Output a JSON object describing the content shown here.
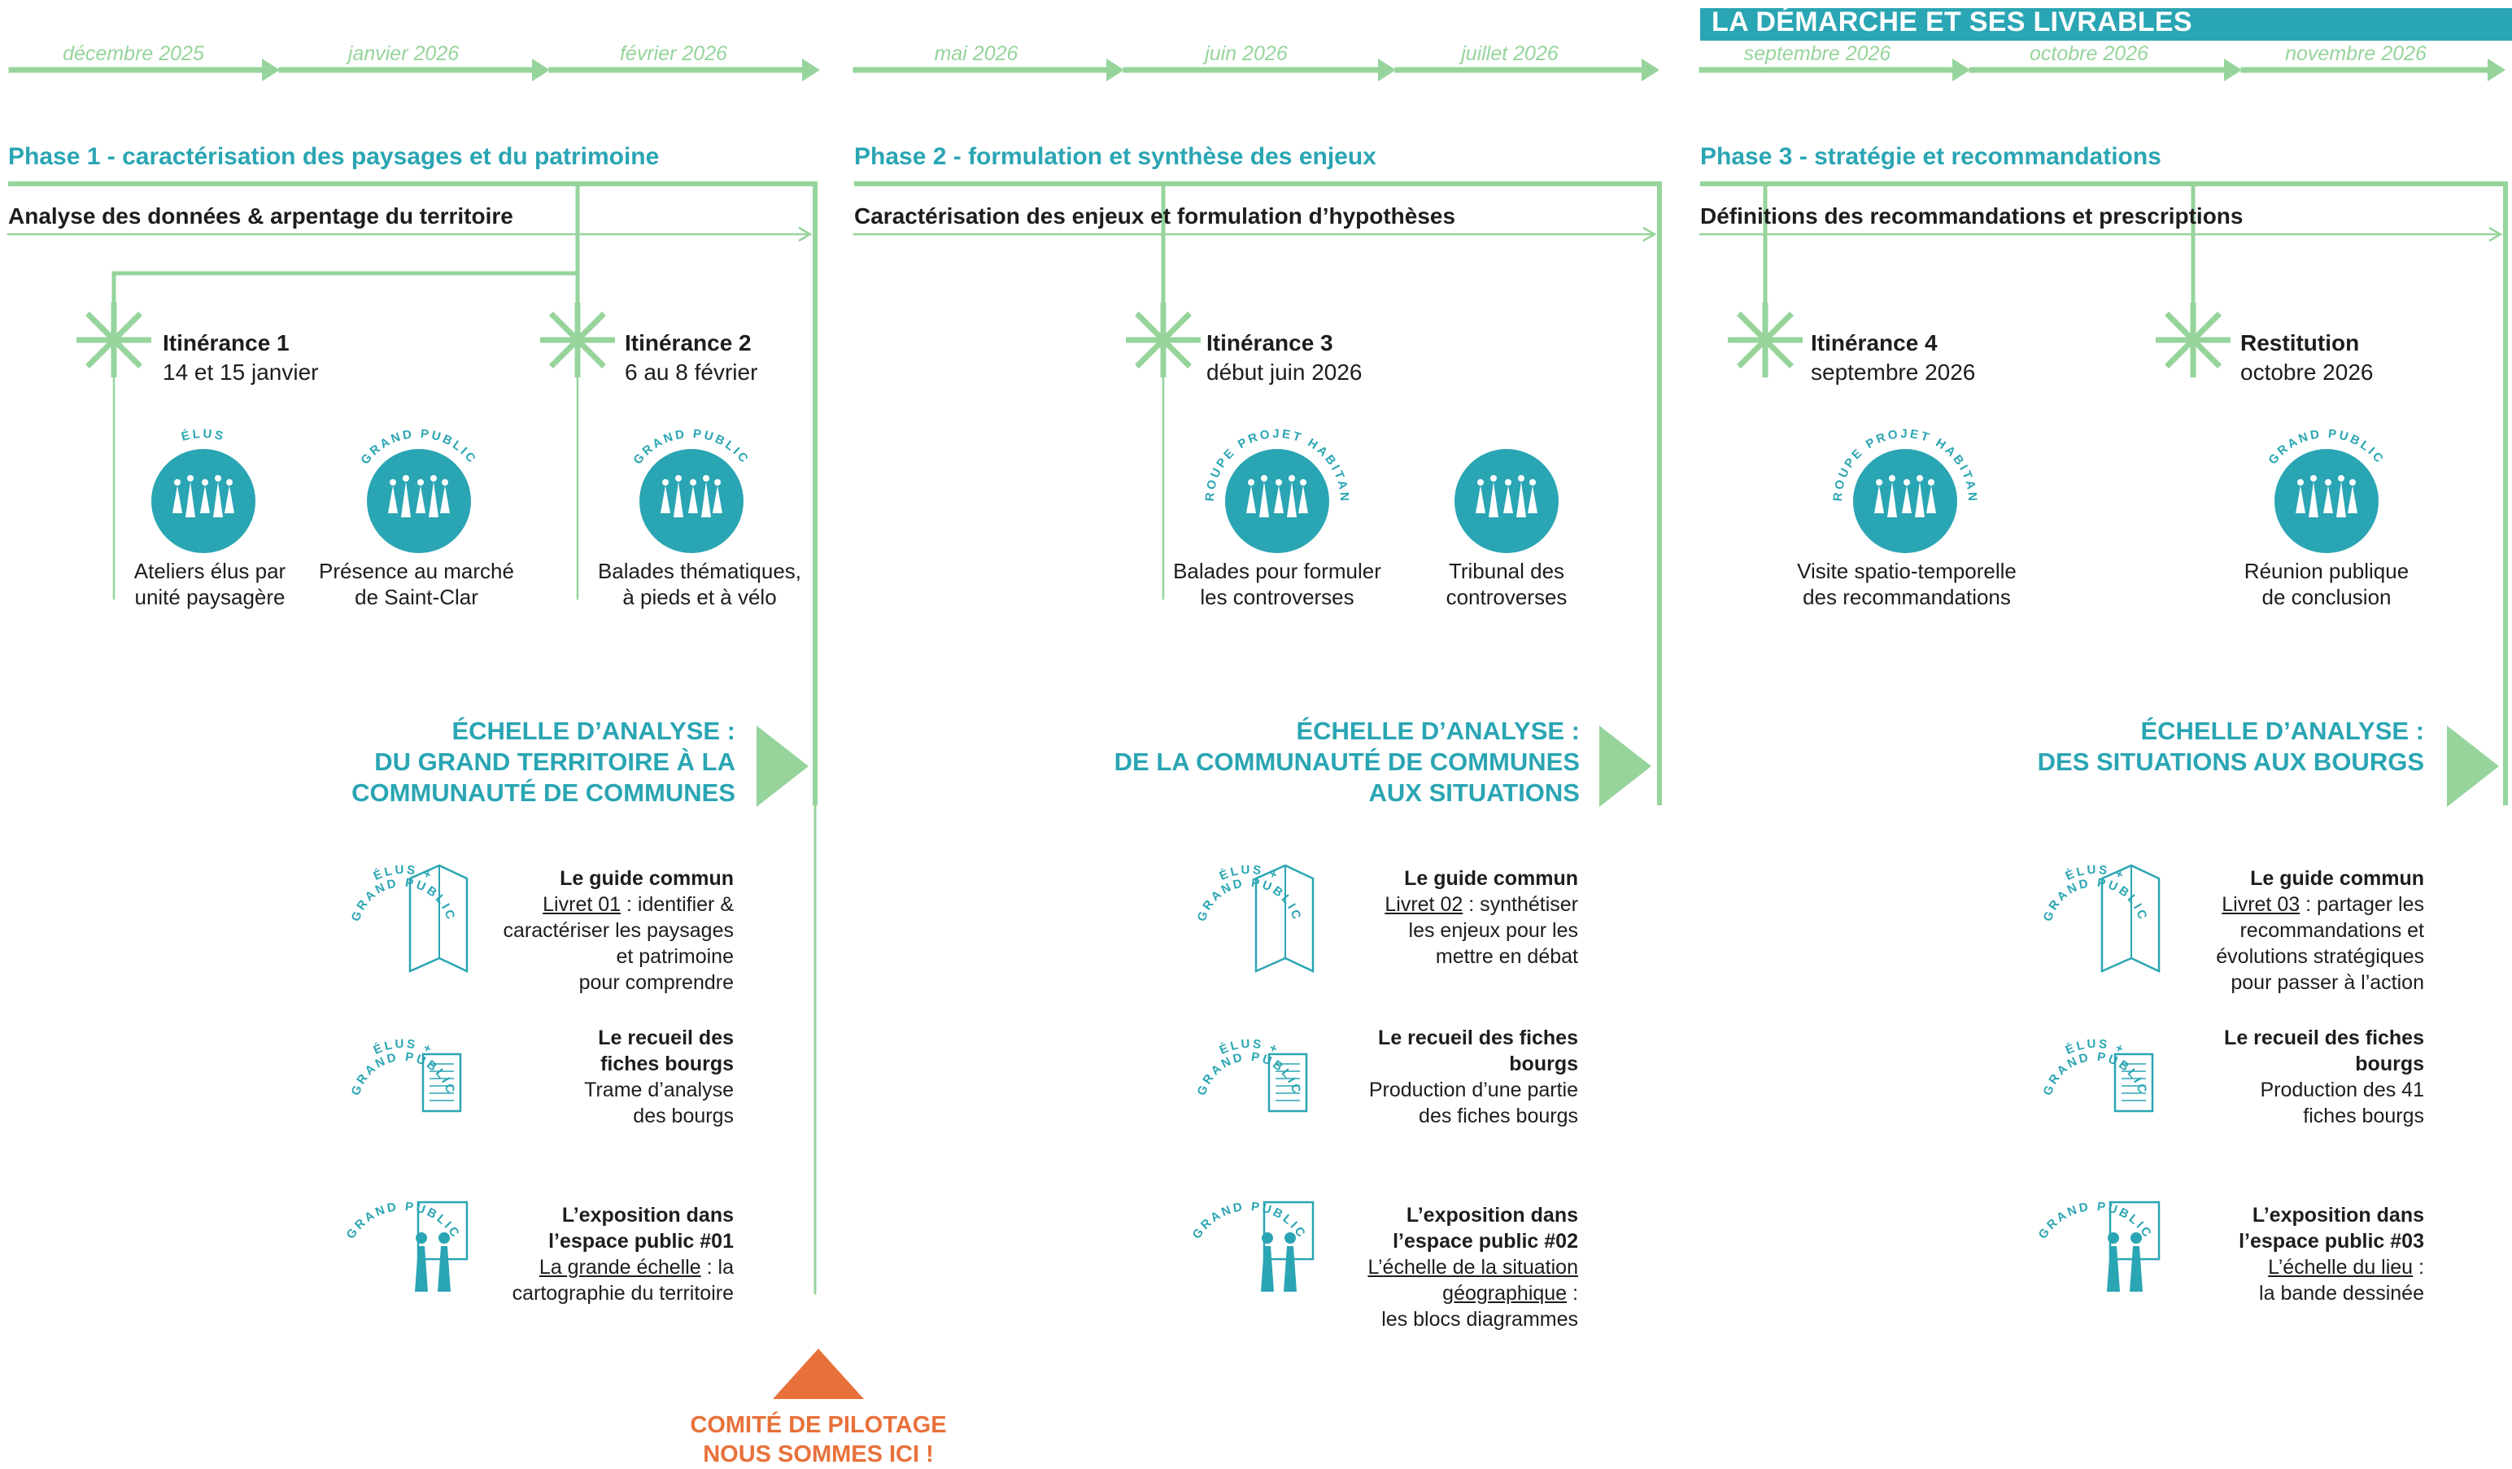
{
  "title": "LA DÉMARCHE ET SES LIVRABLES",
  "colors": {
    "green": "#96d49c",
    "teal": "#2aa5b3",
    "orange": "#e8713b",
    "text": "#1d1d1b"
  },
  "timeline": [
    [
      "décembre 2025",
      "janvier 2026",
      "février 2026"
    ],
    [
      "mai 2026",
      "juin 2026",
      "juillet 2026"
    ],
    [
      "septembre 2026",
      "octobre 2026",
      "novembre 2026"
    ]
  ],
  "phases": [
    {
      "title": "Phase 1 - caractérisation des paysages et du patrimoine",
      "step": "Analyse des données & arpentage du territoire",
      "events": [
        {
          "title": "Itinérance 1",
          "date": "14 et 15 janvier"
        },
        {
          "title": "Itinérance 2",
          "date": "6 au 8 février"
        }
      ],
      "activities": [
        {
          "badge": "ÉLUS",
          "icon": "elus-group-icon",
          "l1": "Ateliers élus par",
          "l2": "unité paysagère"
        },
        {
          "badge": "GRAND PUBLIC",
          "icon": "public-crowd-icon",
          "l1": "Présence au marché",
          "l2": "de Saint-Clar"
        },
        {
          "badge": "GRAND PUBLIC",
          "icon": "public-crowd-icon",
          "l1": "Balades thématiques,",
          "l2": "à pieds et à vélo"
        }
      ],
      "scale": {
        "label": "ÉCHELLE D’ANALYSE :",
        "l1": "DU GRAND TERRITOIRE À LA",
        "l2": "COMMUNAUTÉ DE COMMUNES"
      },
      "deliverables": {
        "guide": {
          "badge1": "ÉLUS +",
          "badge2": "GRAND PUBLIC",
          "title": "Le guide commun",
          "link": "Livret 01",
          "l1": " : identifier &",
          "l2": "caractériser les paysages",
          "l3": "et patrimoine",
          "l4": "pour comprendre"
        },
        "recueil": {
          "badge1": "ÉLUS +",
          "badge2": "GRAND PUBLIC",
          "t1": "Le recueil des",
          "t2": "fiches bourgs",
          "l1": "Trame d’analyse",
          "l2": "des bourgs"
        },
        "expo": {
          "badge": "GRAND PUBLIC",
          "t1": "L’exposition dans",
          "t2": "l’espace public #01",
          "link1": "La grande échelle",
          "link2": "",
          "rest1": " : la",
          "l2": "cartographie du territoire"
        }
      }
    },
    {
      "title": "Phase 2 - formulation et synthèse des enjeux",
      "step": "Caractérisation des enjeux et formulation d’hypothèses",
      "events": [
        {
          "title": "Itinérance 3",
          "date": "début juin 2026"
        }
      ],
      "activities": [
        {
          "badge": "GROUPE PROJET HABITANT",
          "icon": "habitants-table-icon",
          "l1": "Balades pour formuler",
          "l2": "les controverses"
        },
        {
          "badge": "",
          "icon": "tribunal-icon",
          "l1": "Tribunal des",
          "l2": "controverses"
        }
      ],
      "scale": {
        "label": "ÉCHELLE D’ANALYSE :",
        "l1": "DE LA COMMUNAUTÉ DE COMMUNES",
        "l2": "AUX SITUATIONS"
      },
      "deliverables": {
        "guide": {
          "badge1": "ÉLUS +",
          "badge2": "GRAND PUBLIC",
          "title": "Le guide commun",
          "link": "Livret 02",
          "l1": " : synthétiser",
          "l2": "les enjeux pour les",
          "l3": "mettre en débat",
          "l4": ""
        },
        "recueil": {
          "badge1": "ÉLUS +",
          "badge2": "GRAND PUBLIC",
          "t1": "Le recueil des fiches",
          "t2": "bourgs",
          "l1": "Production d’une partie",
          "l2": "des fiches bourgs"
        },
        "expo": {
          "badge": "GRAND PUBLIC",
          "t1": "L’exposition dans",
          "t2": "l’espace public #02",
          "link1": "L’échelle de la situation",
          "link2": "géographique",
          "rest1": " :",
          "l2": "les blocs diagrammes"
        }
      }
    },
    {
      "title": "Phase 3 -  stratégie et recommandations",
      "step": "Définitions des recommandations et prescriptions",
      "events": [
        {
          "title": "Itinérance 4",
          "date": "septembre 2026"
        },
        {
          "title": "Restitution",
          "date": "octobre 2026"
        }
      ],
      "activities": [
        {
          "badge": "GROUPE PROJET HABITANT",
          "icon": "habitants-table-icon",
          "l1": "Visite spatio-temporelle",
          "l2": "des recommandations"
        },
        {
          "badge": "GRAND PUBLIC",
          "icon": "public-crowd-icon",
          "l1": "Réunion publique",
          "l2": "de conclusion"
        }
      ],
      "scale": {
        "label": "ÉCHELLE D’ANALYSE :",
        "l1": "DES SITUATIONS AUX BOURGS",
        "l2": ""
      },
      "deliverables": {
        "guide": {
          "badge1": "ÉLUS +",
          "badge2": "GRAND PUBLIC",
          "title": "Le guide commun",
          "link": "Livret 03",
          "l1": " : partager les",
          "l2": "recommandations et",
          "l3": "évolutions stratégiques",
          "l4": "pour passer à l’action"
        },
        "recueil": {
          "badge1": "ÉLUS +",
          "badge2": "GRAND PUBLIC",
          "t1": "Le recueil des fiches",
          "t2": "bourgs",
          "l1": "Production des 41",
          "l2": "fiches bourgs"
        },
        "expo": {
          "badge": "GRAND PUBLIC",
          "t1": "L’exposition dans",
          "t2": "l’espace public #03",
          "link1": "L’échelle du lieu",
          "link2": "",
          "rest1": " :",
          "l2": "la bande dessinée"
        }
      }
    }
  ],
  "comite": {
    "l1": "COMITÉ DE PILOTAGE",
    "l2": "NOUS SOMMES ICI !"
  }
}
